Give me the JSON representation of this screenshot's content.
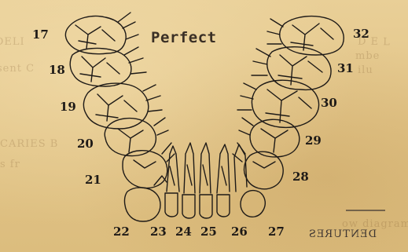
{
  "title": "Perfect",
  "tooth_numbers": {
    "n17": "17",
    "n18": "18",
    "n19": "19",
    "n20": "20",
    "n21": "21",
    "n22": "22",
    "n23": "23",
    "n24": "24",
    "n25": "25",
    "n26": "26",
    "n27": "27",
    "n28": "28",
    "n29": "29",
    "n30": "30",
    "n31": "31",
    "n32": "32"
  },
  "mirrored_label": "DENTURES"
}
